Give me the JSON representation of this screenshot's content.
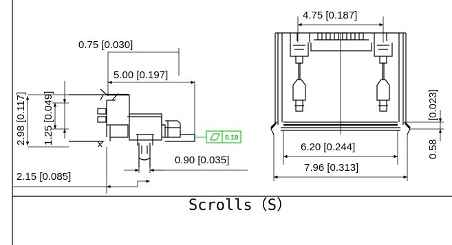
{
  "caption": "Scrolls（S）",
  "tolerance_frame": {
    "value": "0.10",
    "color": "#14c814"
  },
  "side_view": {
    "dim_top": "0.75 [0.030]",
    "dim_length": "5.00 [0.197]",
    "dim_height": "2.98 [0.117]",
    "dim_049": "1.25 [0.049]",
    "dim_pin": "0.90 [0.035]",
    "dim_bottom": "2.15 [0.085]"
  },
  "front_view": {
    "dim_top": "4.75 [0.187]",
    "dim_right_top": "[0.023]",
    "dim_right_bottom": "0.58",
    "dim_inner": "6.20 [0.244]",
    "dim_outer": "7.96 [0.313]"
  }
}
